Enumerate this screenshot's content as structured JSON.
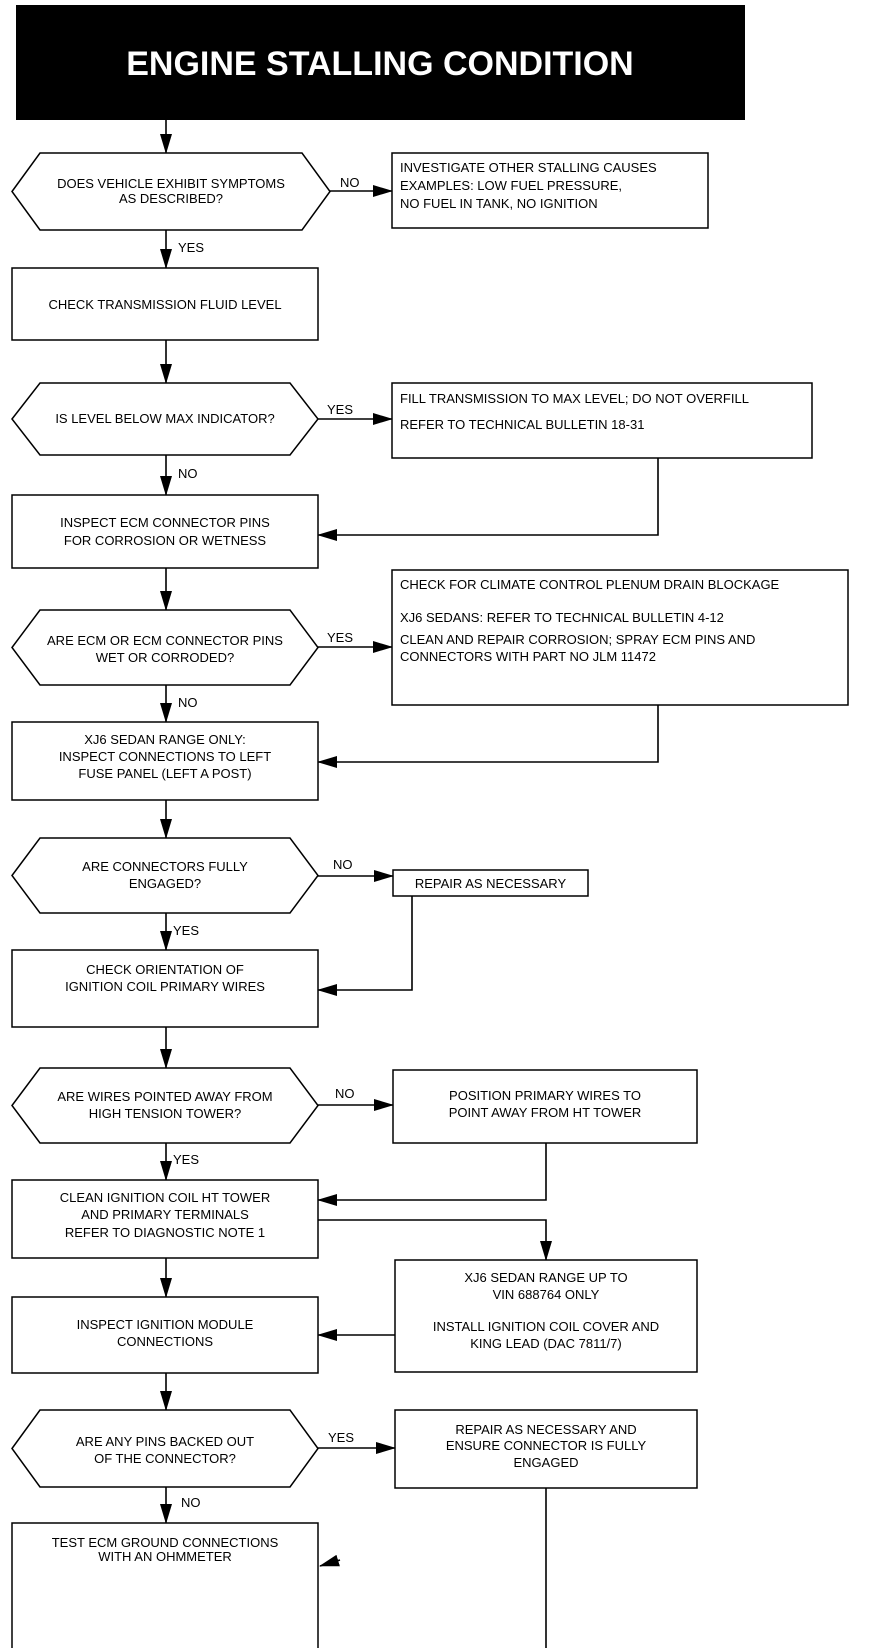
{
  "title": "ENGINE STALLING CONDITION",
  "colors": {
    "title_bg": "#000000",
    "title_text": "#ffffff",
    "line": "#000000"
  },
  "nodes": {
    "d1": [
      "DOES VEHICLE EXHIBIT SYMPTOMS",
      "AS DESCRIBED?"
    ],
    "d1_no": [
      "INVESTIGATE OTHER STALLING CAUSES",
      "EXAMPLES: LOW FUEL PRESSURE,",
      "NO FUEL IN TANK, NO IGNITION"
    ],
    "p1": [
      "CHECK TRANSMISSION FLUID LEVEL"
    ],
    "d2": [
      "IS LEVEL BELOW MAX INDICATOR?"
    ],
    "d2_yes": [
      "FILL TRANSMISSION TO MAX LEVEL; DO NOT OVERFILL",
      "REFER TO TECHNICAL BULLETIN 18-31"
    ],
    "p2": [
      "INSPECT ECM CONNECTOR PINS",
      "FOR CORROSION OR WETNESS"
    ],
    "d3": [
      "ARE ECM OR ECM CONNECTOR PINS",
      "WET OR CORRODED?"
    ],
    "d3_yes": [
      "CHECK FOR CLIMATE CONTROL PLENUM DRAIN BLOCKAGE",
      "XJ6 SEDANS: REFER TO TECHNICAL BULLETIN 4-12",
      "CLEAN AND REPAIR CORROSION; SPRAY ECM PINS AND",
      "CONNECTORS WITH PART NO JLM 11472"
    ],
    "p3": [
      "XJ6 SEDAN RANGE ONLY:",
      "INSPECT CONNECTIONS TO LEFT",
      "FUSE PANEL (LEFT A POST)"
    ],
    "d4": [
      "ARE CONNECTORS FULLY",
      "ENGAGED?"
    ],
    "d4_no": [
      "REPAIR AS NECESSARY"
    ],
    "p4": [
      "CHECK ORIENTATION OF",
      "IGNITION COIL PRIMARY WIRES"
    ],
    "d5": [
      "ARE WIRES POINTED AWAY FROM",
      "HIGH TENSION TOWER?"
    ],
    "d5_no": [
      "POSITION PRIMARY WIRES TO",
      "POINT AWAY FROM HT TOWER"
    ],
    "p5": [
      "CLEAN IGNITION COIL HT TOWER",
      "AND PRIMARY TERMINALS",
      "REFER TO DIAGNOSTIC NOTE 1"
    ],
    "p5_side": [
      "XJ6 SEDAN RANGE UP TO",
      "VIN 688764 ONLY",
      "INSTALL IGNITION COIL COVER AND",
      "KING LEAD (DAC 7811/7)"
    ],
    "p6": [
      "INSPECT IGNITION MODULE",
      "CONNECTIONS"
    ],
    "d6": [
      "ARE ANY PINS BACKED OUT",
      "OF THE CONNECTOR?"
    ],
    "d6_yes": [
      "REPAIR AS NECESSARY AND",
      "ENSURE CONNECTOR IS FULLY",
      "ENGAGED"
    ],
    "p7": [
      "TEST ECM GROUND CONNECTIONS",
      "WITH AN OHMMETER"
    ]
  },
  "labels": {
    "d1": "NO",
    "d1_down": "YES",
    "d2": "YES",
    "d2_down": "NO",
    "d3": "YES",
    "d3_down": "NO",
    "d4": "NO",
    "d4_down": "YES",
    "d5": "NO",
    "d5_down": "YES",
    "d6": "YES",
    "d6_down": "NO"
  }
}
